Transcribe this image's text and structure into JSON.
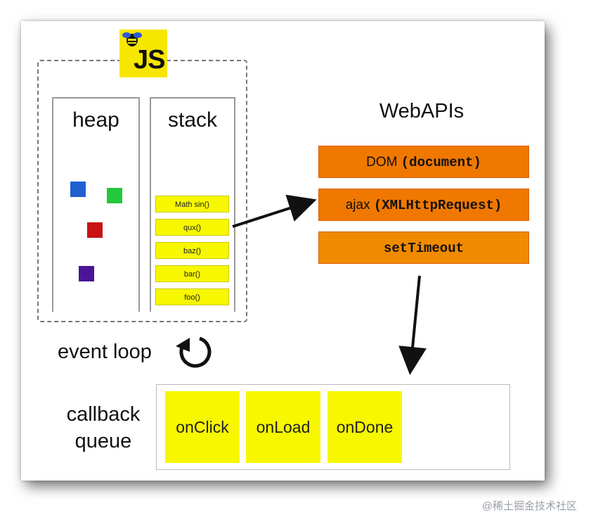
{
  "logo": {
    "text": "JS"
  },
  "heap": {
    "title": "heap",
    "blocks": [
      "#1f5fd0",
      "#22c93a",
      "#c81414",
      "#4b1496"
    ]
  },
  "stack": {
    "title": "stack",
    "frames": [
      "Math sin()",
      "qux()",
      "baz()",
      "bar()",
      "foo()"
    ]
  },
  "webapis": {
    "title": "WebAPIs",
    "dom": {
      "label": "DOM",
      "mono": "(document)"
    },
    "ajax": {
      "label": "ajax",
      "mono": "(XMLHttpRequest)"
    },
    "settimeout": {
      "label": "setTimeout"
    }
  },
  "event_loop": {
    "label": "event loop"
  },
  "callback_queue": {
    "label_line1": "callback",
    "label_line2": "queue",
    "items": [
      "onClick",
      "onLoad",
      "onDone"
    ]
  },
  "watermark": "@稀土掘金技术社区"
}
